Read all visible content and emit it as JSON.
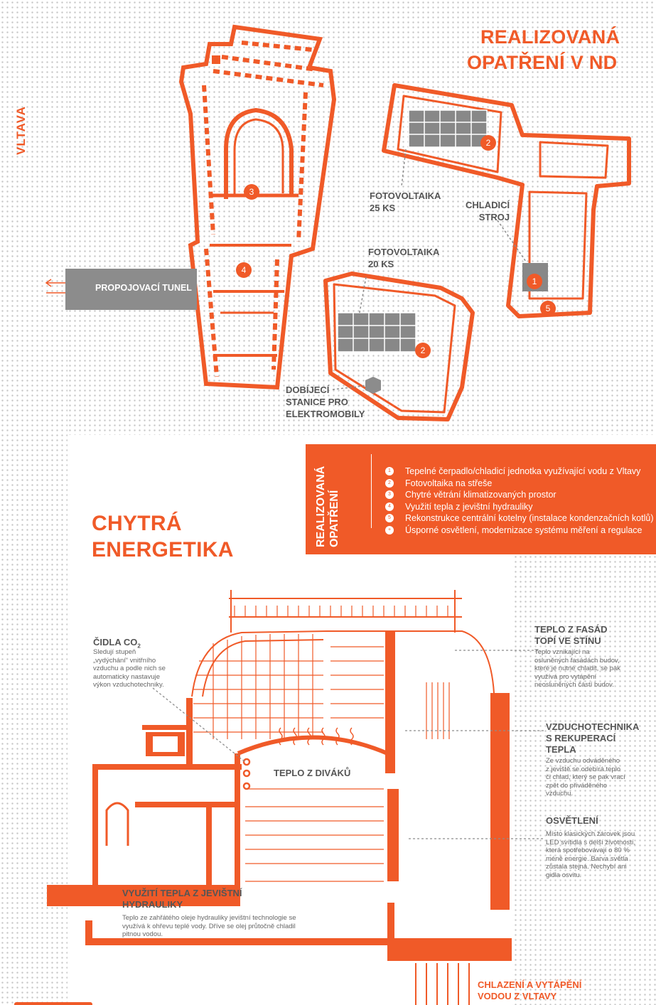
{
  "header": {
    "title_line1": "REALIZOVANÁ",
    "title_line2": "OPATŘENÍ V ND",
    "river_label": "VLTAVA"
  },
  "map": {
    "tunnel_label": "PROPOJOVACÍ TUNEL",
    "pv_25": "FOTOVOLTAIKA\n25 KS",
    "pv_20": "FOTOVOLTAIKA\n20 KS",
    "chiller": "CHLADICÍ\nSTROJ",
    "charging": "DOBÍJECÍ\nSTANICE PRO\nELEKTROMOBILY",
    "markers": [
      "1",
      "2",
      "2",
      "3",
      "4",
      "5"
    ]
  },
  "legend": {
    "heading": "REALIZOVANÁ OPATŘENÍ",
    "items": [
      {
        "num": "1",
        "text": "Tepelné čerpadlo/chladicí jednotka využívající vodu z Vltavy"
      },
      {
        "num": "2",
        "text": "Fotovoltaika na střeše"
      },
      {
        "num": "3",
        "text": "Chytré větrání klimatizovaných prostor"
      },
      {
        "num": "4",
        "text": "Využití tepla z jevištní hydrauliky"
      },
      {
        "num": "5",
        "text": "Rekonstrukce centrální kotelny (instalace kondenzačních kotlů)"
      },
      {
        "num": "+",
        "text": "Úsporné osvětlení, modernizace systému měření a regulace"
      }
    ]
  },
  "section2": {
    "title_line1": "CHYTRÁ",
    "title_line2": "ENERGETIKA",
    "co2_title": "ČIDLA CO",
    "co2_sub": "2",
    "co2_text": "Sledují stupeň\n„vydýchání“ vnitřního\nvzduchu a podle nich se\nautomaticky nastavuje\nvýkon vzduchotechniky.",
    "facade_title": "TEPLO Z FASÁD\nTOPÍ VE STÍNU",
    "facade_text": "Teplo vznikající na\nosluněných fasádách budov,\nkteré je nutné chladit, se pak\nvyužívá pro vytápění\nneosluněných částí budov.",
    "hvac_title": "VZDUCHOTECHNIKA\nS REKUPERACÍ\nTEPLA",
    "hvac_text": "Ze vzduchu odváděného\nz jeviště se odebírá teplo\nči chlad, který se pak vrací\nzpět do přiváděného\nvzduchu.",
    "light_title": "OSVĚTLENÍ",
    "light_text": "Místo klasických žárovek jsou\nLED svítidla s delší životností,\nkterá spotřebovávají o 80 %\nméně energie. Barva světla\nzůstala stejná. Nechybí ani\ngidla osvitu.",
    "audience_heat": "TEPLO Z DIVÁKŮ",
    "hydraulics_title": "VYUŽITÍ TEPLA Z JEVIŠTNÍ\nHYDRAULIKY",
    "hydraulics_text": "Teplo ze zahřátého oleje hydrauliky jevištní technologie se\nvyužívá k ohřevu teplé vody. Dříve se olej průtočně chladil\npitnou vodou.",
    "river_cooling": "CHLAZENÍ A VYTÁPĚNÍ\nVODOU Z VLTAVY"
  },
  "colors": {
    "accent": "#f05a28",
    "gray": "#8c8c8c"
  }
}
